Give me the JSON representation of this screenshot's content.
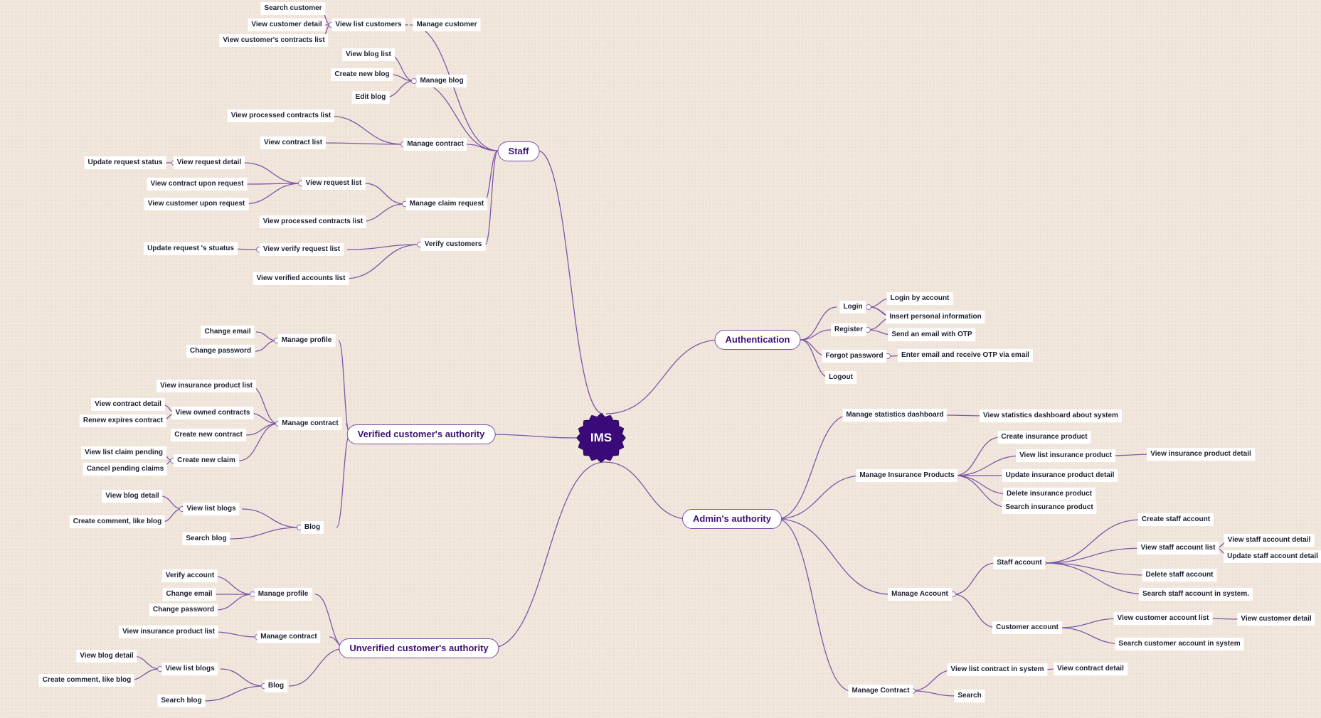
{
  "center": "IMS",
  "branches": [
    {
      "id": "staff",
      "label": "Staff"
    },
    {
      "id": "verified",
      "label": "Verified customer's authority"
    },
    {
      "id": "unverified",
      "label": "Unverified customer's authority"
    },
    {
      "id": "auth",
      "label": "Authentication"
    },
    {
      "id": "admin",
      "label": "Admin's authority"
    }
  ],
  "staff": {
    "manage_customer": "Manage customer",
    "view_list_customers": "View list customers",
    "search_customer": "Search customer",
    "view_customer_detail": "View customer detail",
    "view_customer_contracts": "View customer's contracts list",
    "manage_blog": "Manage blog",
    "view_blog_list": "View blog list",
    "create_new_blog": "Create new blog",
    "edit_blog": "Edit blog",
    "manage_contract": "Manage contract",
    "view_processed_contracts": "View processed contracts list",
    "view_contract_list": "View contract list",
    "manage_claim_request": "Manage claim request",
    "view_request_list": "View request list",
    "view_request_detail": "View request detail",
    "update_request_status": "Update request status",
    "view_contract_upon_request": "View contract upon request",
    "view_customer_upon_request": "View customer upon request",
    "view_processed_contracts_2": "View processed contracts list",
    "verify_customers": "Verify customers",
    "view_verify_request_list": "View verify request list",
    "update_request_status_2": "Update request 's stuatus",
    "view_verified_accounts": "View verified accounts list"
  },
  "verified": {
    "manage_profile": "Manage profile",
    "change_email": "Change email",
    "change_password": "Change password",
    "manage_contract": "Manage contract",
    "view_insurance_product_list": "View  insurance product list",
    "view_owned_contracts": "View owned contracts",
    "view_contract_detail": "View contract detail",
    "renew_expires_contract": "Renew expires contract",
    "create_new_contract": "Create new contract",
    "create_new_claim": "Create new claim",
    "view_list_claim_pending": "View list claim pending",
    "cancel_pending_claims": "Cancel pending claims",
    "blog": "Blog",
    "view_list_blogs": "View list blogs",
    "view_blog_detail": "View blog detail",
    "create_comment": "Create comment, like blog",
    "search_blog": "Search blog"
  },
  "unverified": {
    "manage_profile": "Manage profile",
    "verify_account": "Verify account",
    "change_email": "Change email",
    "change_password": "Change password",
    "manage_contract": "Manage contract",
    "view_insurance_product_list": "View insurance product list",
    "blog": "Blog",
    "view_list_blogs": "View list blogs",
    "view_blog_detail": "View blog detail",
    "create_comment": "Create comment, like blog",
    "search_blog": "Search blog"
  },
  "auth": {
    "login": "Login",
    "login_by_account": "Login by account",
    "register": "Register",
    "insert_personal_info": "Insert personal information",
    "send_email_otp": "Send an email with OTP",
    "forgot_password": "Forgot password",
    "enter_email_otp": "Enter email and receive OTP via email",
    "logout": "Logout"
  },
  "admin": {
    "manage_statistics": "Manage statistics dashboard",
    "view_statistics": "View statistics dashboard about system",
    "manage_insurance_products": "Manage Insurance Products",
    "create_insurance_product": "Create insurance product",
    "view_list_insurance_product": "View list insurance product",
    "view_insurance_product_detail": "View insurance product detail",
    "update_insurance_product_detail": "Update insurance product detail",
    "delete_insurance_product": "Delete insurance product",
    "search_insurance_product": "Search insurance product",
    "manage_account": "Manage Account",
    "staff_account": "Staff account",
    "create_staff_account": "Create staff account",
    "view_staff_account_list": "View staff account list",
    "view_staff_account_detail": "View staff account detail",
    "update_staff_account_detail": "Update staff account detail",
    "delete_staff_account": "Delete staff account",
    "search_staff_account": "Search staff account in system.",
    "customer_account": "Customer account",
    "view_customer_account_list": "View customer account list",
    "view_customer_detail": "View customer detail",
    "search_customer_account": "Search customer account in system",
    "manage_contract": "Manage Contract",
    "view_list_contract": "View list contract in system",
    "view_contract_detail": "View contract detail",
    "search": "Search"
  },
  "colors": {
    "background": "#f0e6dc",
    "line": "#7e57a6",
    "center_fill": "#3a0a78",
    "branch_text": "#3d1172",
    "branch_border": "#7a4fa8"
  }
}
